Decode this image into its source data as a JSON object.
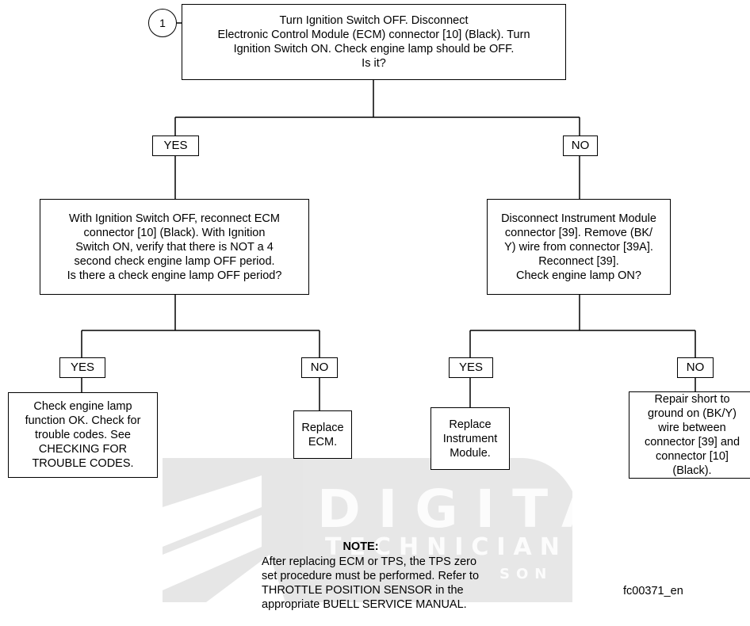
{
  "step_number": "1",
  "start": {
    "text": "Turn Ignition Switch OFF. Disconnect\nElectronic Control Module (ECM) connector [10] (Black). Turn\nIgnition Switch ON. Check engine lamp should be OFF.\nIs it?"
  },
  "branch_yes_1": "YES",
  "branch_no_1": "NO",
  "left_question": {
    "text": "With Ignition Switch OFF, reconnect ECM\nconnector [10] (Black). With Ignition\nSwitch ON, verify that there is NOT a 4\nsecond check engine lamp OFF period.\nIs there a check engine lamp OFF period?"
  },
  "right_question": {
    "text": "Disconnect Instrument Module\nconnector [39]. Remove (BK/\nY) wire from connector [39A].\nReconnect [39].\nCheck engine lamp ON?"
  },
  "branch_yes_2": "YES",
  "branch_no_2": "NO",
  "branch_yes_3": "YES",
  "branch_no_3": "NO",
  "result_lamp_ok": {
    "text": "Check engine lamp\nfunction OK. Check for\ntrouble codes. See\nCHECKING FOR\nTROUBLE CODES."
  },
  "result_replace_ecm": {
    "text": "Replace\nECM."
  },
  "result_replace_module": {
    "text": "Replace\nInstrument\nModule."
  },
  "result_repair_short": {
    "text": "Repair short to\nground on (BK/Y)\nwire between\nconnector [39] and\nconnector [10]\n(Black)."
  },
  "note": {
    "title": "NOTE:",
    "body": "After replacing ECM or TPS, the TPS zero\nset procedure must be performed. Refer to\nTHROTTLE POSITION SENSOR in the\nappropriate BUELL SERVICE MANUAL."
  },
  "figure_id": "fc00371_en",
  "watermark": {
    "line1": "DIGITAL",
    "line2": "TECHNICIAN II",
    "line3": "SON"
  }
}
